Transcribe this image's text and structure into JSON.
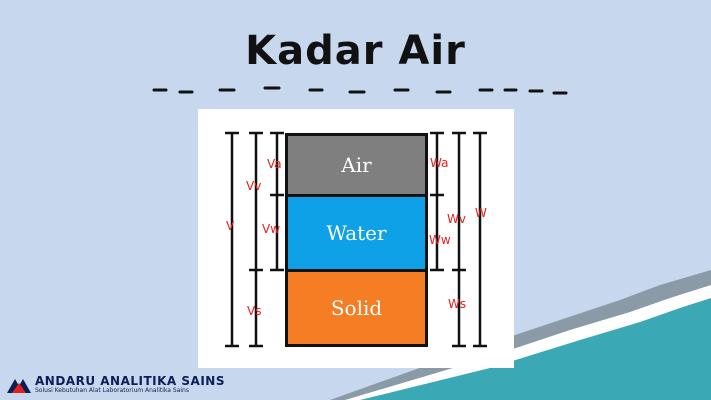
{
  "title": "Kadar Air",
  "phases": [
    {
      "label": "Air",
      "color": "#7f7f7f"
    },
    {
      "label": "Water",
      "color": "#0ea1e8"
    },
    {
      "label": "Solid",
      "color": "#f57d24"
    }
  ],
  "left_labels": {
    "v": "V",
    "vv": "Vv",
    "va": "Va",
    "vw": "Vw",
    "vs": "Vs"
  },
  "right_labels": {
    "wa": "Wa",
    "wv": "Wv",
    "ww": "Ww",
    "ws": "Ws",
    "w": "W"
  },
  "brand": {
    "name": "ANDARU ANALITIKA SAINS",
    "tagline": "Solusi Kebutuhan Alat Laboratorium Analitika Sains"
  },
  "colors": {
    "label_red": "#e41e1e",
    "teal_wave": "#3aa8b5",
    "background": "#c7d8ee"
  }
}
